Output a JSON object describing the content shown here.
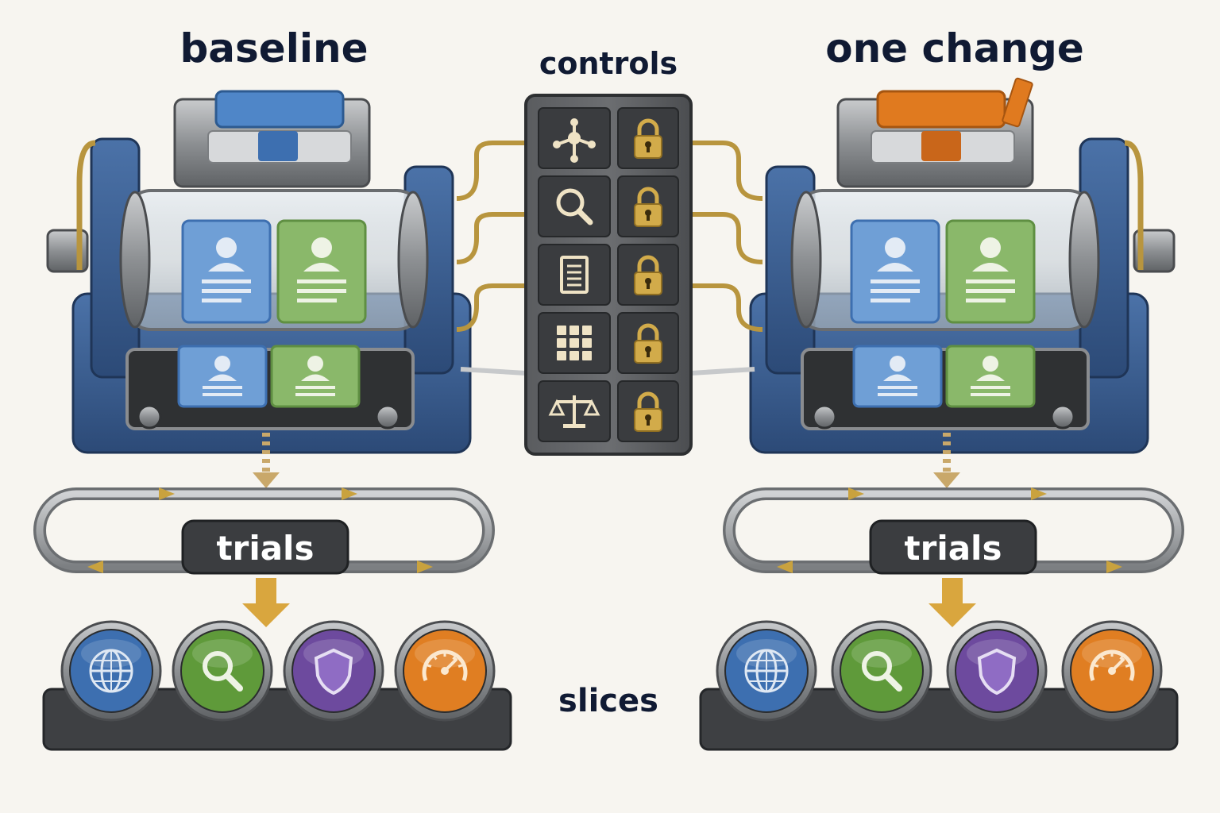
{
  "labels": {
    "left_title": "baseline",
    "right_title": "one change",
    "center_title": "controls",
    "bottom_center": "slices",
    "left_loop": "trials",
    "right_loop": "trials"
  },
  "controls": {
    "rows": [
      {
        "factor_icon": "network-icon",
        "lock_icon": "lock-icon"
      },
      {
        "factor_icon": "search-icon",
        "lock_icon": "lock-icon"
      },
      {
        "factor_icon": "document-icon",
        "lock_icon": "lock-icon"
      },
      {
        "factor_icon": "grid-icon",
        "lock_icon": "lock-icon"
      },
      {
        "factor_icon": "scales-icon",
        "lock_icon": "lock-icon"
      }
    ]
  },
  "machines": {
    "left": {
      "lid_color": "#4f86c8"
    },
    "right": {
      "lid_color": "#e07a1f"
    }
  },
  "slices": [
    {
      "icon": "globe-icon",
      "color": "#3d6fb0"
    },
    {
      "icon": "magnifier-icon",
      "color": "#5f9a3a"
    },
    {
      "icon": "shield-icon",
      "color": "#6d4a9e"
    },
    {
      "icon": "gauge-icon",
      "color": "#e07e22"
    }
  ],
  "colors": {
    "text": "#101a33",
    "machine_body": "#3a5f94",
    "brass": "#b8953e",
    "steel": "#8a8c8f",
    "panel": "#4a4c4f",
    "card_blue": "#6f9fd6",
    "card_green": "#8ab86a"
  }
}
